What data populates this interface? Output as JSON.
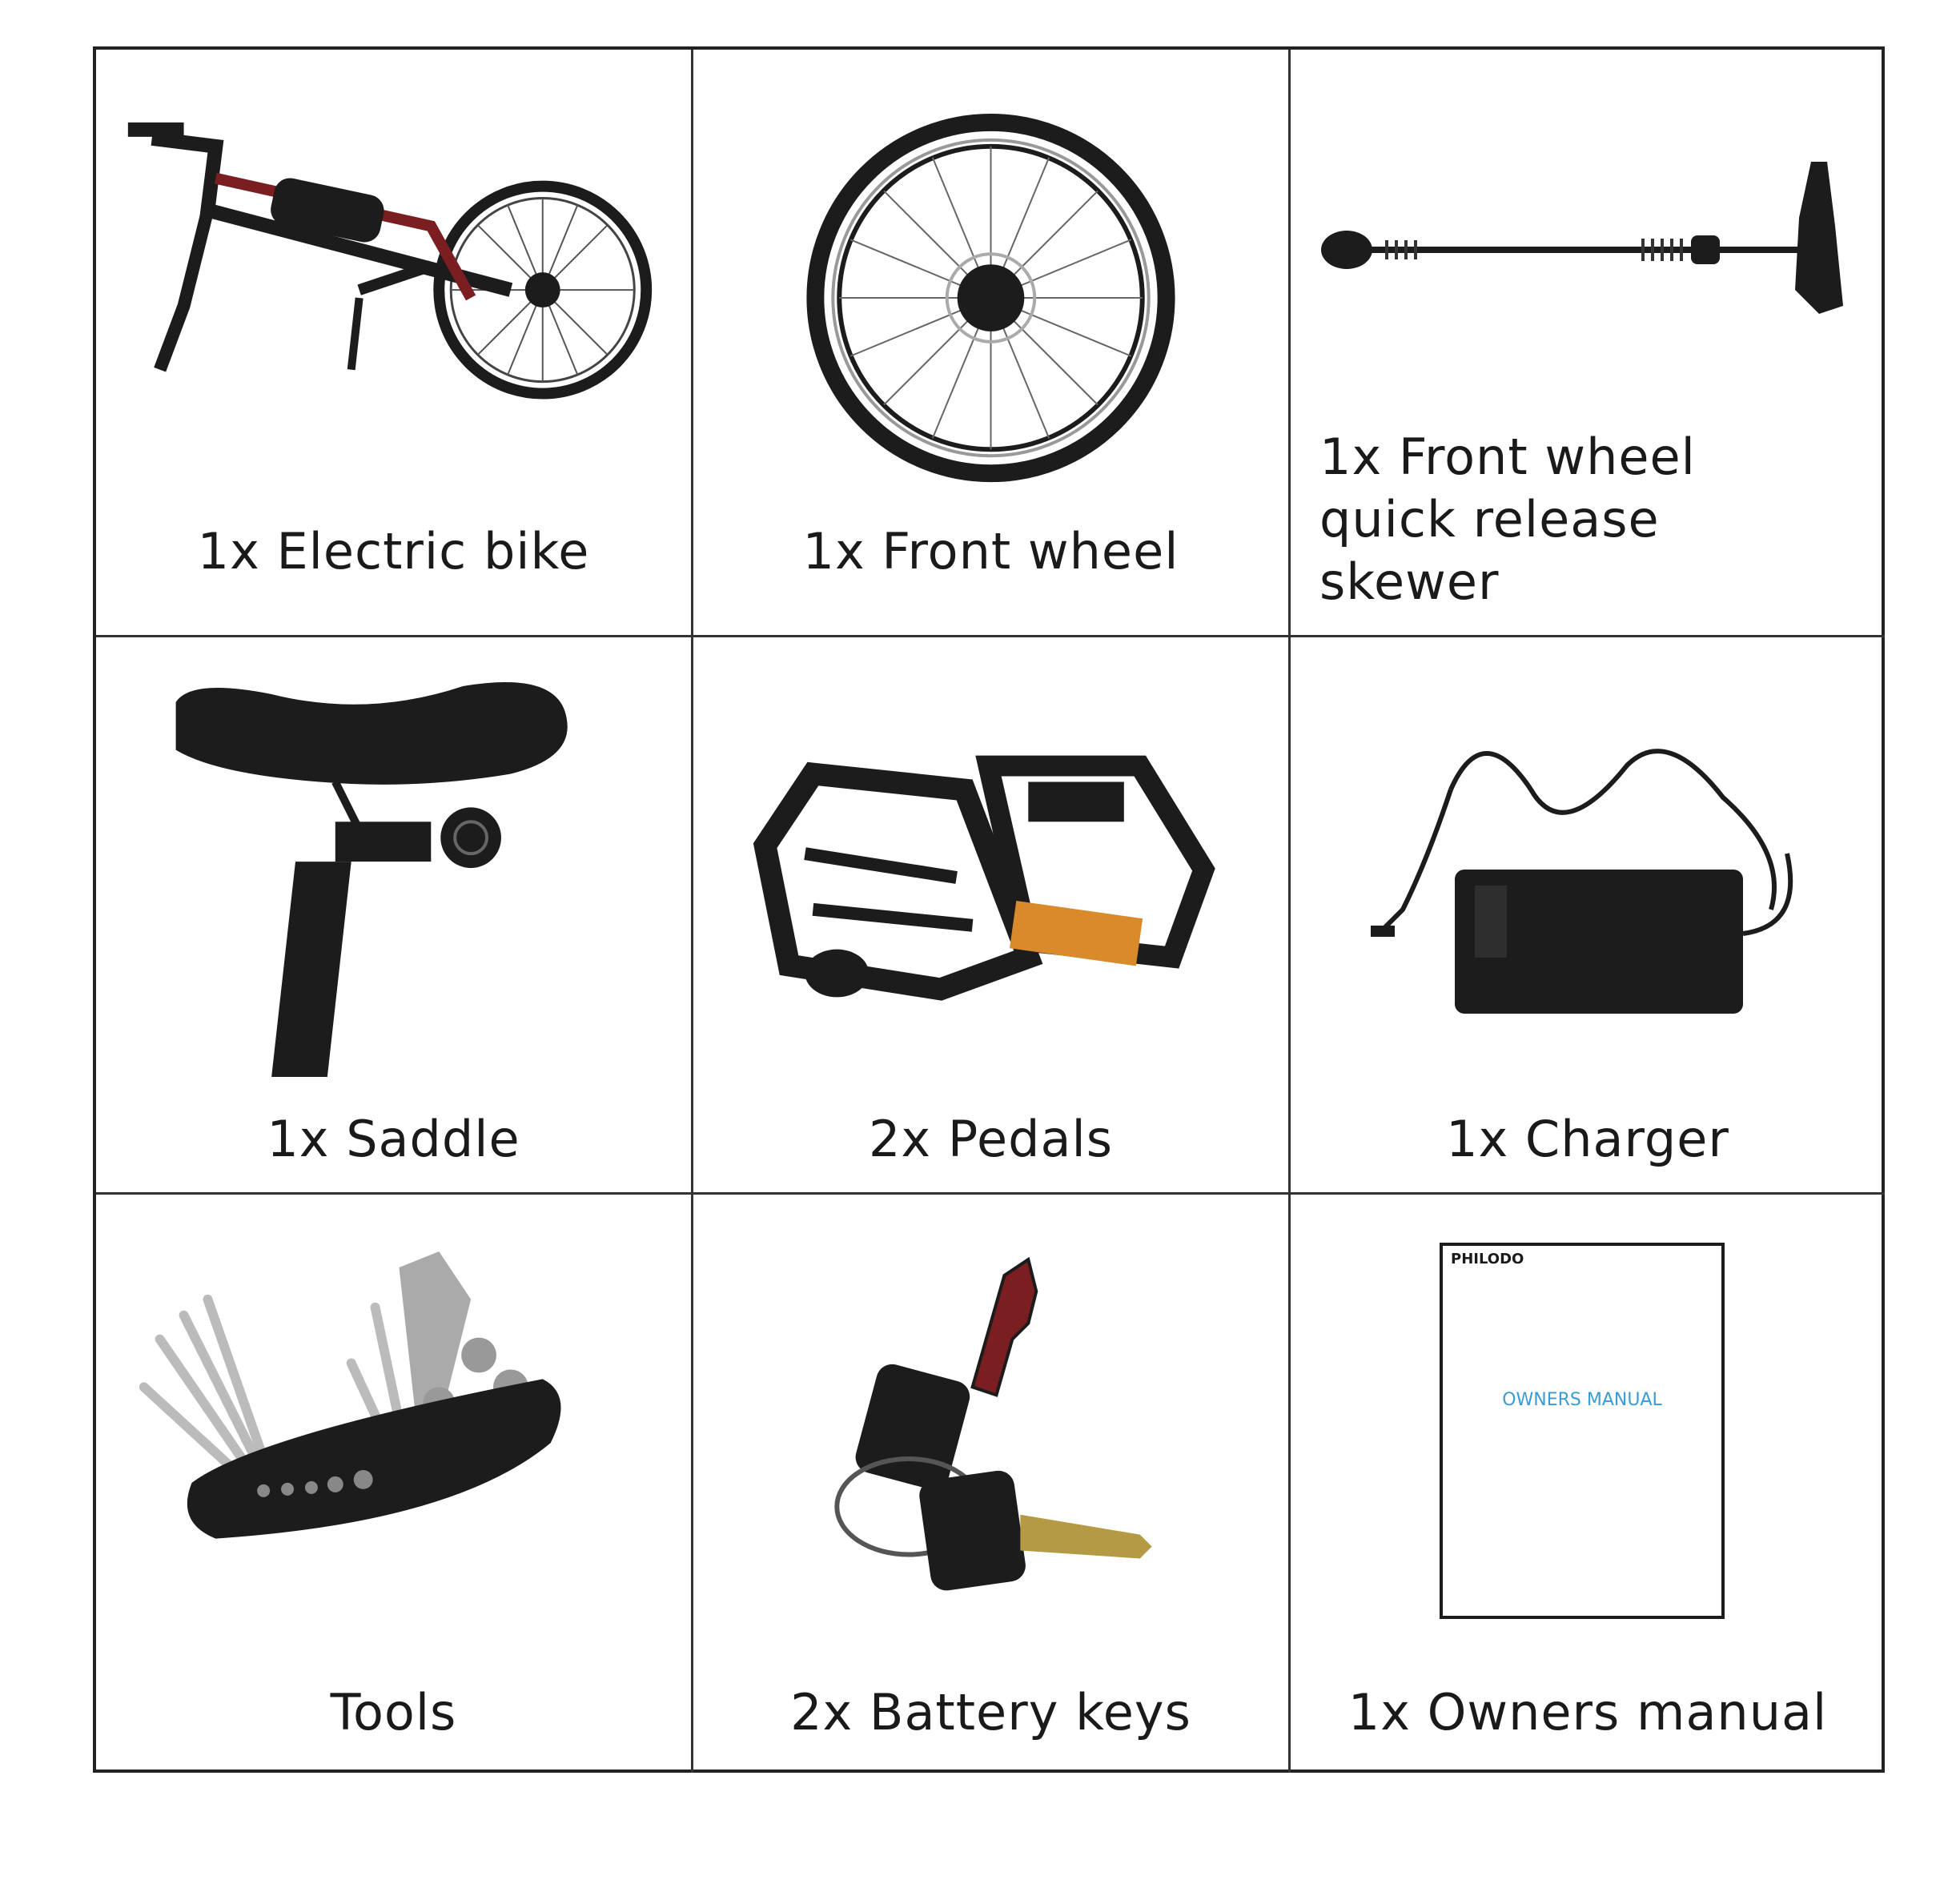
{
  "items": [
    {
      "label": "1x Electric bike",
      "icon": "electric-bike-icon"
    },
    {
      "label": "1x Front wheel",
      "icon": "front-wheel-icon"
    },
    {
      "label_lines": [
        "1x Front wheel",
        "quick release",
        "skewer"
      ],
      "icon": "skewer-icon"
    },
    {
      "label": "1x Saddle",
      "icon": "saddle-icon"
    },
    {
      "label": "2x Pedals",
      "icon": "pedals-icon"
    },
    {
      "label": "1x Charger",
      "icon": "charger-icon"
    },
    {
      "label": "Tools",
      "icon": "multi-tool-icon"
    },
    {
      "label": "2x Battery keys",
      "icon": "battery-keys-icon"
    },
    {
      "label": "1x Owners manual",
      "icon": "owners-manual-icon"
    }
  ],
  "manual": {
    "brand": "PHILODO",
    "title": "OWNERS MANUAL"
  },
  "colors": {
    "border": "#222222",
    "product": "#1c1c1c",
    "accent_red": "#7a1e22",
    "reflector": "#d98a2b",
    "manual_title": "#3a9bd6"
  }
}
